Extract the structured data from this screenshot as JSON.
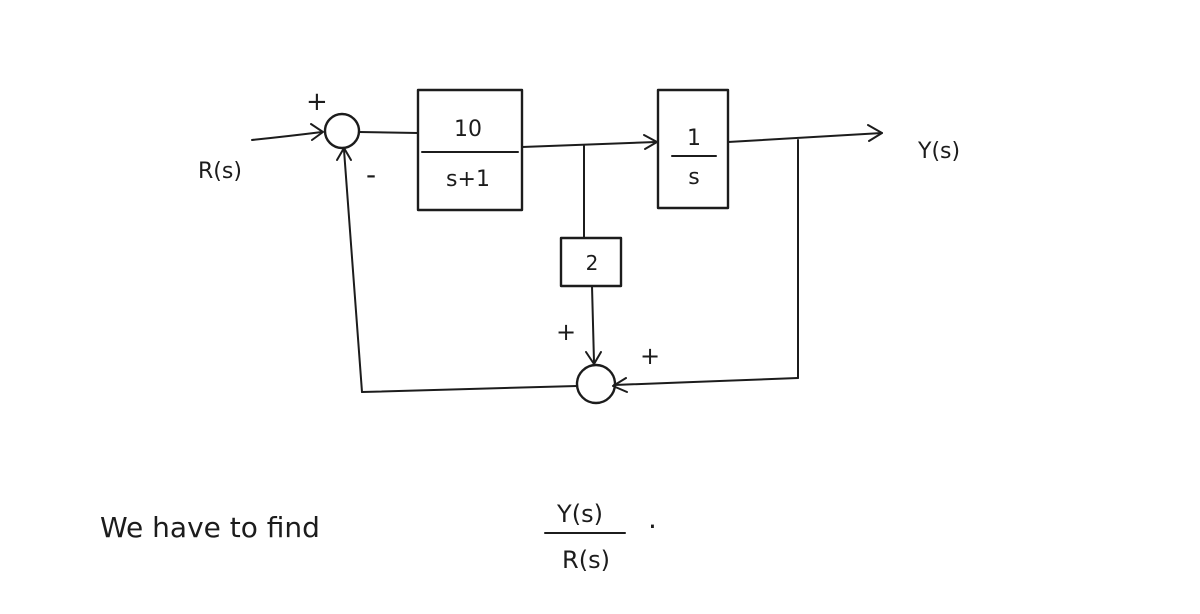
{
  "diagram": {
    "input_label": "R(s)",
    "output_label": "Y(s)",
    "sum1": {
      "plus_sign": "+",
      "minus_sign": "-"
    },
    "sum2": {
      "plus_top_sign": "+",
      "plus_right_sign": "+"
    },
    "block1": {
      "numerator": "10",
      "denominator": "s+1"
    },
    "block2": {
      "numerator": "1",
      "denominator": "s"
    },
    "block3": {
      "gain": "2"
    }
  },
  "caption": {
    "text": "We have to find",
    "fraction_numerator": "Y(s)",
    "fraction_denominator": "R(s)",
    "period": "."
  },
  "colors": {
    "ink": "#1c1c1c",
    "background": "#ffffff"
  }
}
